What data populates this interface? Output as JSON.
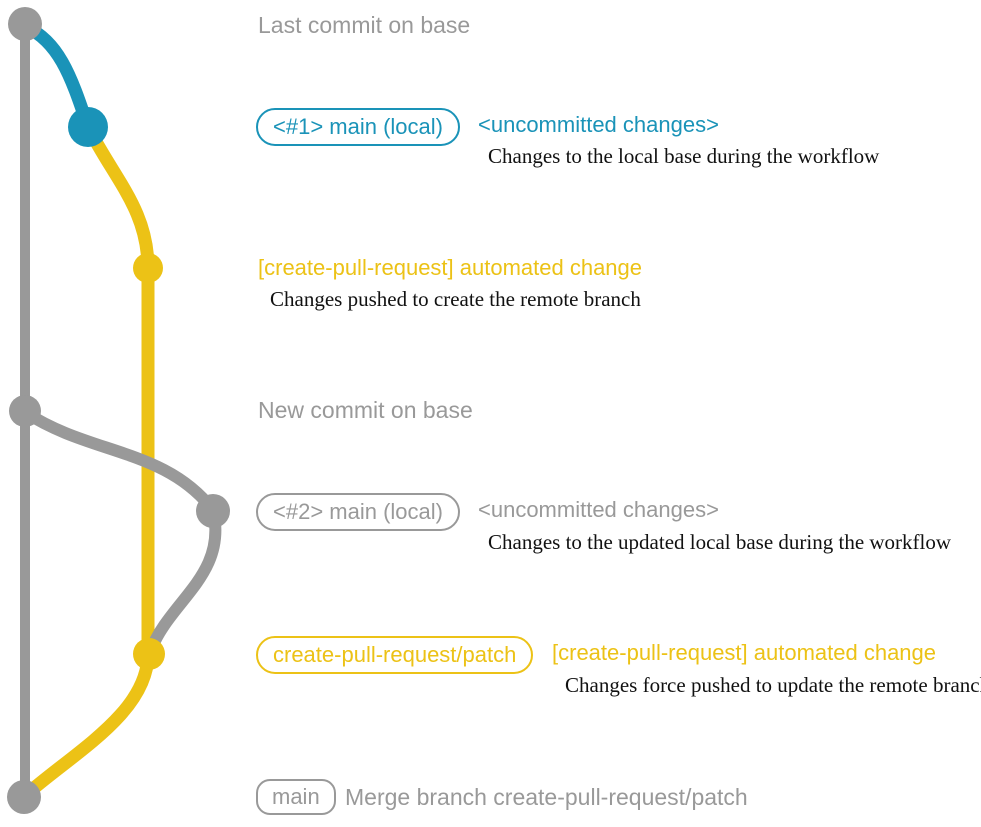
{
  "colors": {
    "gray": "#999999",
    "blue": "#1a93b8",
    "yellow": "#ecc216",
    "dark": "#111111"
  },
  "milestones": {
    "last_commit": "Last commit on base",
    "new_commit": "New commit on base"
  },
  "rows": {
    "local1": {
      "pill": "<#1> main (local)",
      "tag": "<uncommitted changes>",
      "desc": "Changes to the local base during the workflow"
    },
    "push1": {
      "label": "[create-pull-request] automated change",
      "desc": "Changes pushed to create the remote branch"
    },
    "local2": {
      "pill": "<#2> main (local)",
      "tag": "<uncommitted changes>",
      "desc": "Changes to the updated local base during the workflow"
    },
    "push2": {
      "pill": "create-pull-request/patch",
      "label": "[create-pull-request] automated change",
      "desc": "Changes force pushed to update the remote branch"
    },
    "merge": {
      "pill": "main",
      "desc": "Merge branch create-pull-request/patch"
    }
  },
  "graph": {
    "branches": [
      "base (gray)",
      "main local (blue)",
      "create-pull-request/patch (yellow)"
    ],
    "commits": [
      {
        "name": "last-commit-on-base",
        "branch": "base",
        "color": "gray"
      },
      {
        "name": "uncommitted-changes-1",
        "branch": "main-local",
        "color": "blue"
      },
      {
        "name": "automated-change-1",
        "branch": "create-pull-request-patch",
        "color": "yellow"
      },
      {
        "name": "new-commit-on-base",
        "branch": "base",
        "color": "gray"
      },
      {
        "name": "uncommitted-changes-2",
        "branch": "main-local",
        "color": "gray"
      },
      {
        "name": "automated-change-2",
        "branch": "create-pull-request-patch",
        "color": "yellow"
      },
      {
        "name": "merge-commit",
        "branch": "base",
        "color": "gray"
      }
    ]
  }
}
